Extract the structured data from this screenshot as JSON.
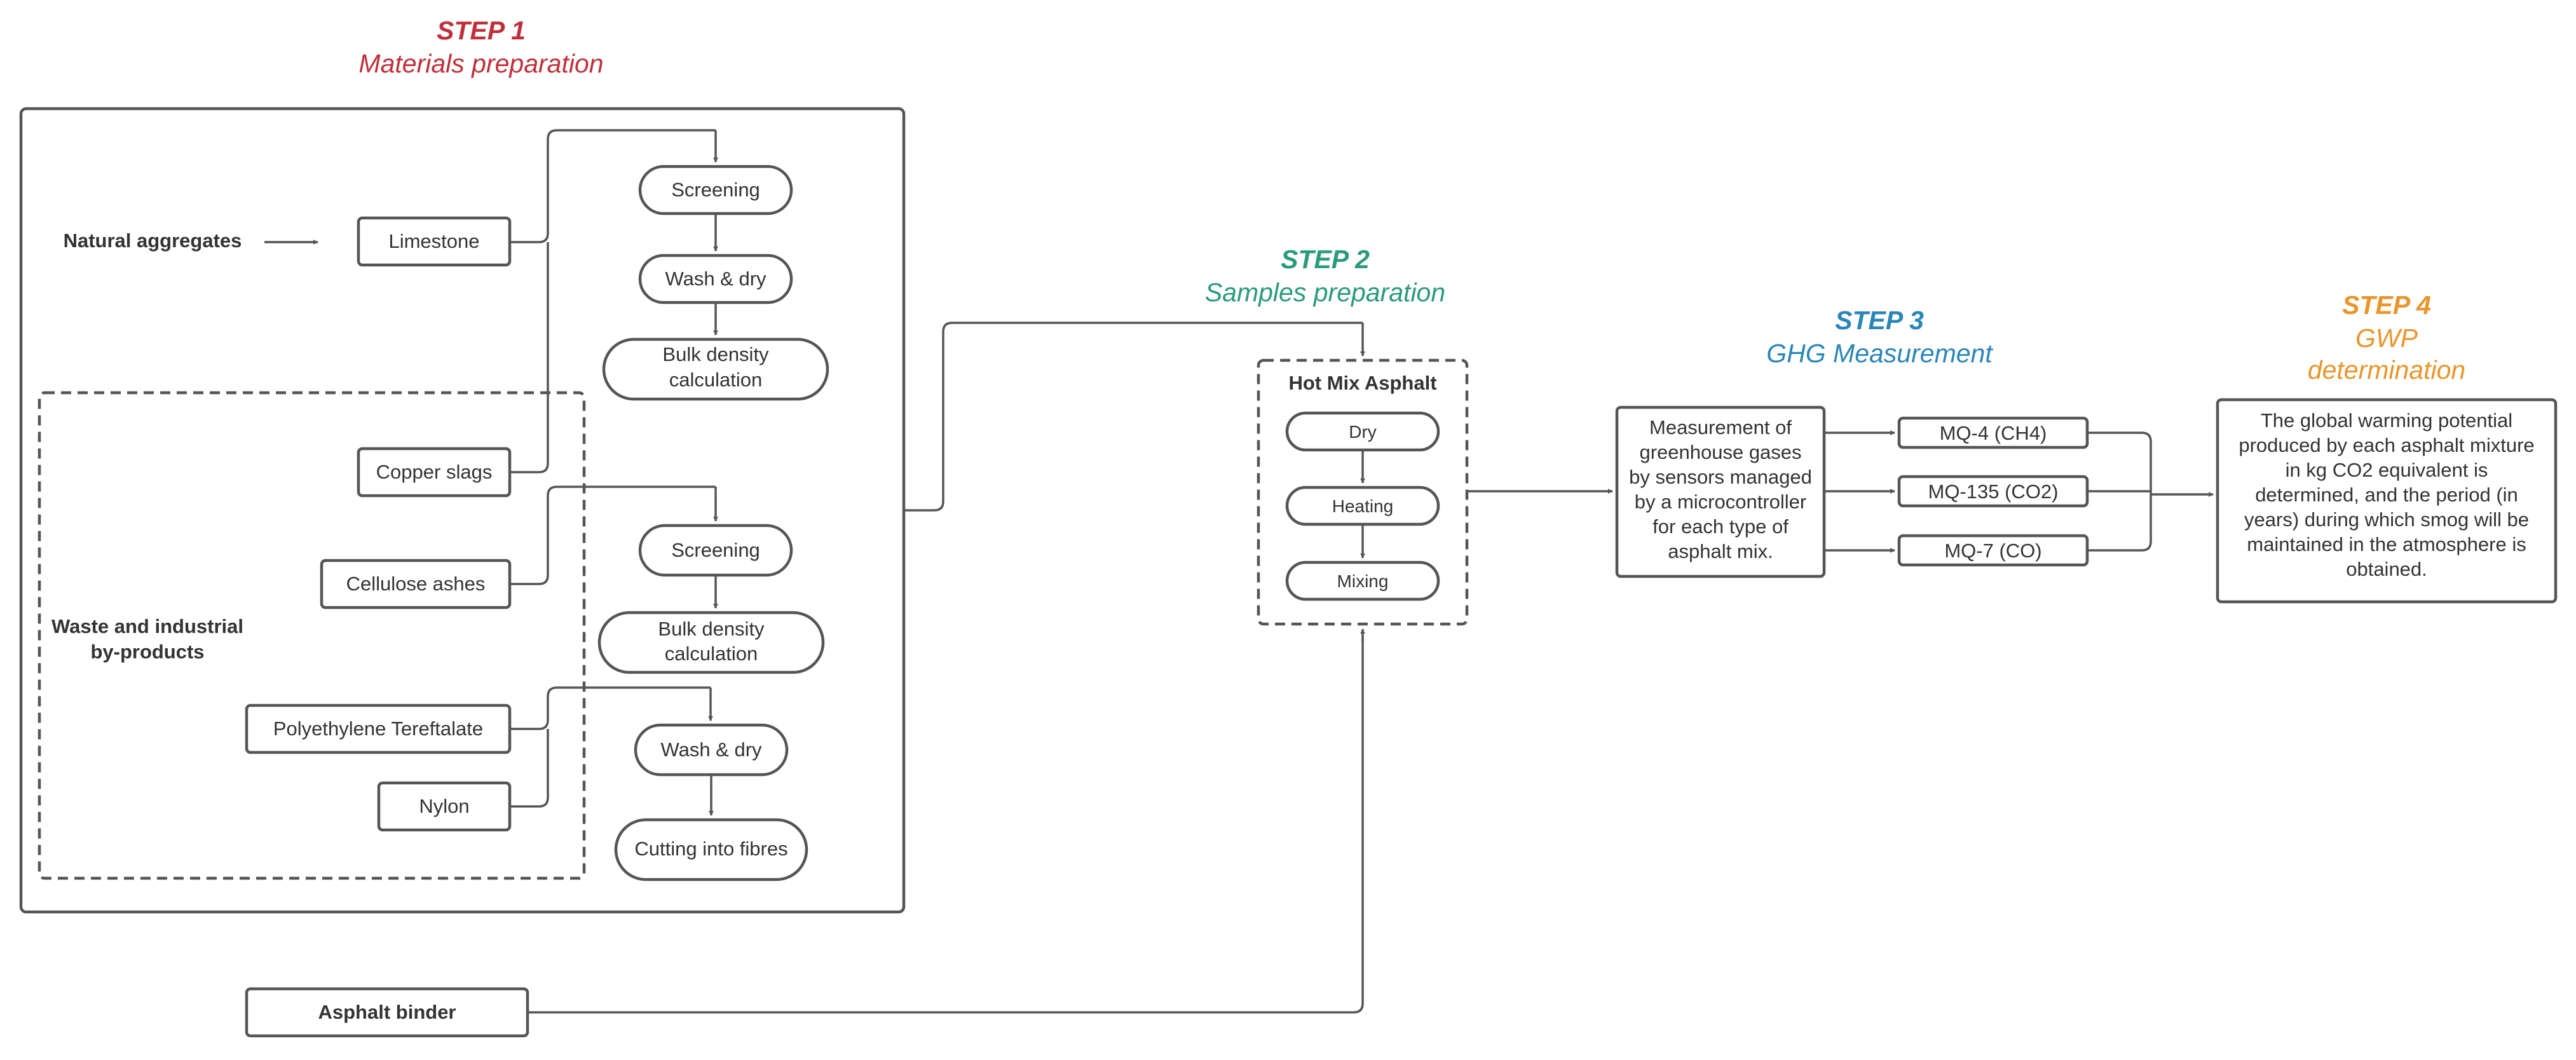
{
  "colors": {
    "step1": "#c0303a",
    "step2": "#2a9a7d",
    "step3": "#2a86b8",
    "step4": "#e8952b",
    "stroke": "#555555",
    "text": "#333333"
  },
  "steps": {
    "step1": {
      "title": "STEP 1",
      "subtitle": "Materials preparation"
    },
    "step2": {
      "title": "STEP 2",
      "subtitle": "Samples preparation"
    },
    "step3": {
      "title": "STEP 3",
      "subtitle": "GHG Measurement"
    },
    "step4": {
      "title": "STEP 4",
      "subtitle_line1": "GWP",
      "subtitle_line2": "determination"
    }
  },
  "materials": {
    "natural_aggregates": "Natural aggregates",
    "limestone": "Limestone",
    "waste_label_line1": "Waste and industrial",
    "waste_label_line2": "by-products",
    "copper_slags": "Copper slags",
    "cellulose_ashes": "Cellulose ashes",
    "pet": "Polyethylene Tereftalate",
    "nylon": "Nylon",
    "asphalt_binder": "Asphalt binder"
  },
  "process_group1": {
    "screening": "Screening",
    "wash_dry": "Wash & dry",
    "bulk_density_line1": "Bulk density",
    "bulk_density_line2": "calculation"
  },
  "process_group2": {
    "screening": "Screening",
    "bulk_density_line1": "Bulk density",
    "bulk_density_line2": "calculation"
  },
  "process_group3": {
    "wash_dry": "Wash & dry",
    "cutting": "Cutting into fibres"
  },
  "hot_mix": {
    "title": "Hot Mix Asphalt",
    "dry": "Dry",
    "heating": "Heating",
    "mixing": "Mixing"
  },
  "measurement": {
    "lines": [
      "Measurement of",
      "greenhouse gases",
      "by sensors managed",
      "by a microcontroller",
      "for each type of",
      "asphalt mix."
    ]
  },
  "sensors": {
    "mq4": "MQ-4 (CH4)",
    "mq135": "MQ-135 (CO2)",
    "mq7": "MQ-7 (CO)"
  },
  "gwp": {
    "lines": [
      "The global warming potential",
      "produced by each asphalt mixture",
      "in kg CO2 equivalent is",
      "determined, and the period (in",
      "years) during which smog will be",
      "maintained in the atmosphere is",
      "obtained."
    ]
  }
}
